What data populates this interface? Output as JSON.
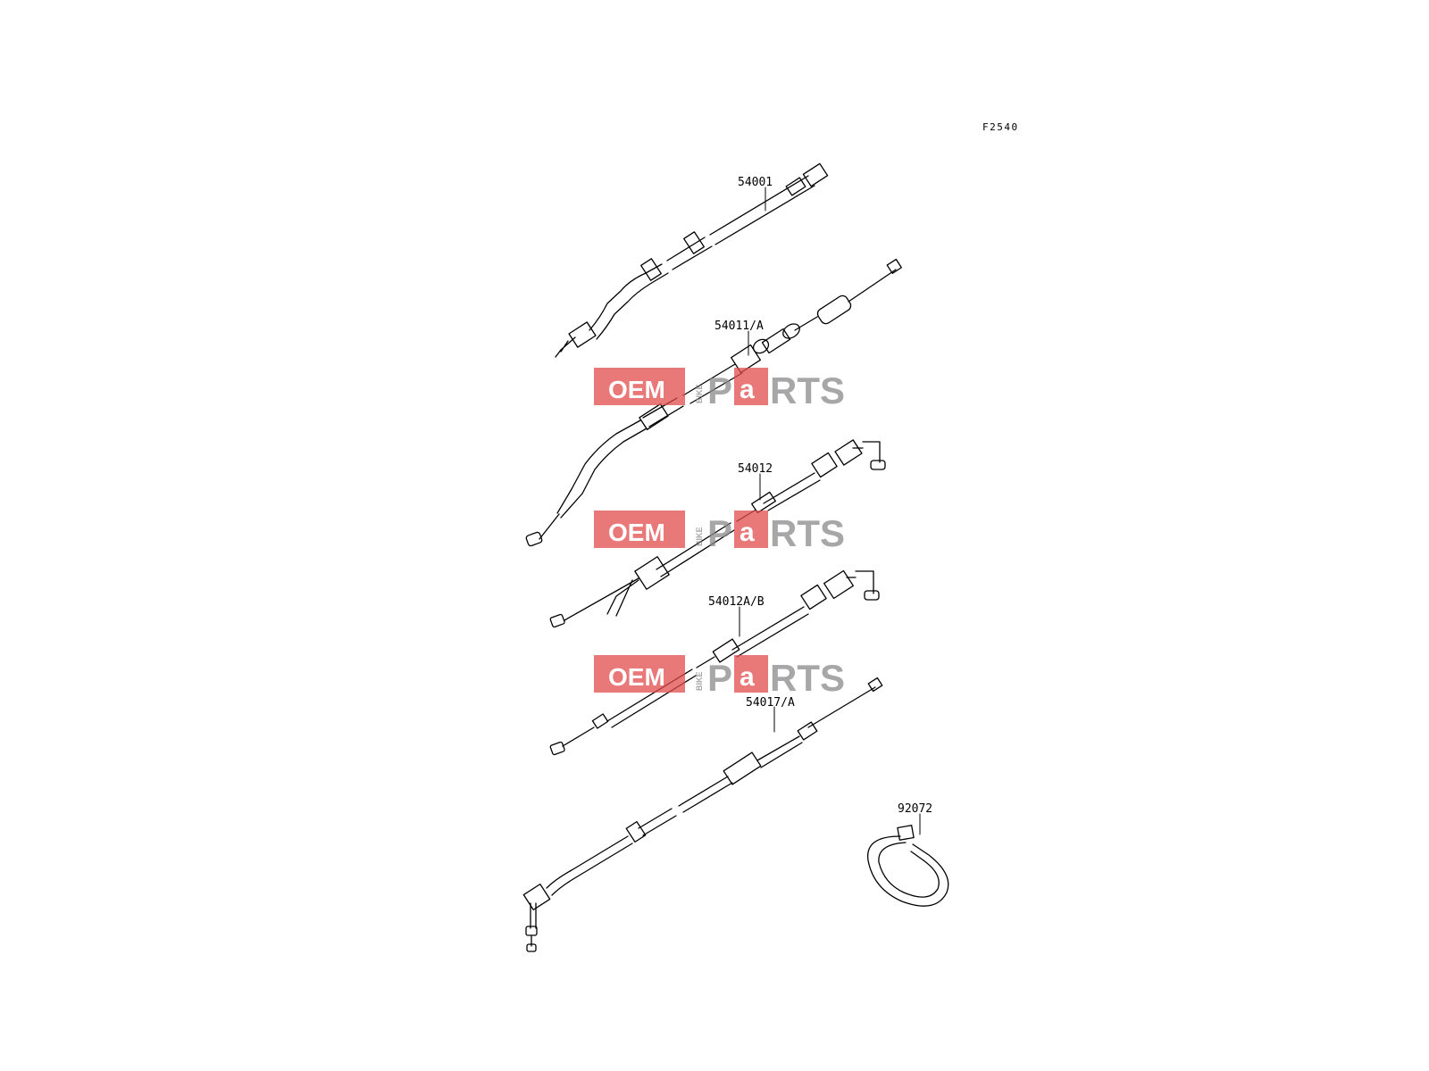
{
  "diagram": {
    "figure_code": "F2540",
    "parts": [
      {
        "id": "p1",
        "label": "54001"
      },
      {
        "id": "p2",
        "label": "54011/A"
      },
      {
        "id": "p3",
        "label": "54012"
      },
      {
        "id": "p4",
        "label": "54012A/B"
      },
      {
        "id": "p5",
        "label": "54017/A"
      },
      {
        "id": "p6",
        "label": "92072"
      }
    ]
  },
  "watermark": {
    "oem": "OEM",
    "bike": "BIKE",
    "p": "P",
    "a": "a",
    "rts": "RTS",
    "colors": {
      "pink": "#e24b4b",
      "gray": "#8a8a8a"
    }
  },
  "colors": {
    "line": "#000000",
    "paper": "#ffffff"
  }
}
